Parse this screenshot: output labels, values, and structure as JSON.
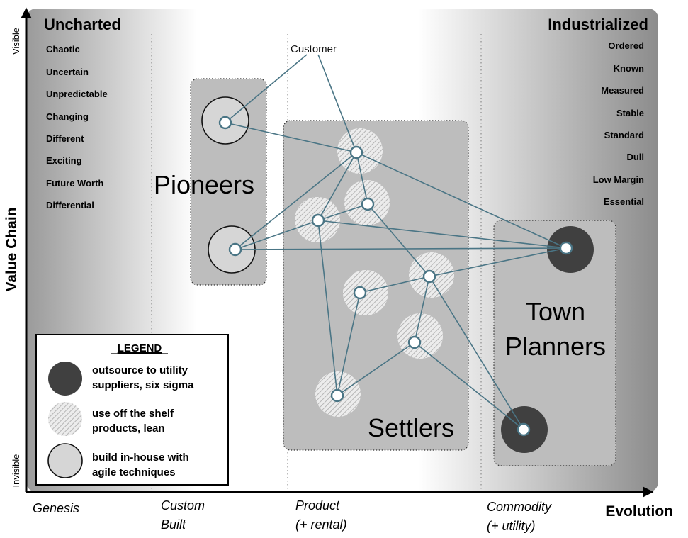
{
  "corner_labels": {
    "left": "Uncharted",
    "right": "Industrialized"
  },
  "left_traits": [
    "Chaotic",
    "Uncertain",
    "Unpredictable",
    "Changing",
    "Different",
    "Exciting",
    "Future Worth",
    "Differential"
  ],
  "right_traits": [
    "Ordered",
    "Known",
    "Measured",
    "Stable",
    "Standard",
    "Dull",
    "Low Margin",
    "Essential"
  ],
  "y_axis": {
    "label": "Value Chain",
    "top": "Visible",
    "bottom": "Invisible"
  },
  "x_axis": {
    "label": "Evolution",
    "stages": [
      {
        "line1": "Genesis",
        "line2": ""
      },
      {
        "line1": "Custom",
        "line2": "Built"
      },
      {
        "line1": "Product",
        "line2": "(+ rental)"
      },
      {
        "line1": "Commodity",
        "line2": "(+ utility)"
      }
    ]
  },
  "groups": {
    "pioneers": "Pioneers",
    "settlers": "Settlers",
    "town_planners_1": "Town",
    "town_planners_2": "Planners"
  },
  "anchor_label": "Customer",
  "legend": {
    "title": "LEGEND",
    "items": [
      {
        "kind": "outsource",
        "line1": "outsource to utility",
        "line2": "suppliers, six sigma"
      },
      {
        "kind": "shelf",
        "line1": "use off the shelf",
        "line2": "products, lean"
      },
      {
        "kind": "inhouse",
        "line1": "build in-house with",
        "line2": "agile techniques"
      }
    ]
  },
  "colors": {
    "link": "#4a7585",
    "node_stroke": "#4a7585",
    "outsource_fill": "#404040",
    "group_fill": "#bdbdbd",
    "inhouse_fill": "#d6d6d6"
  }
}
